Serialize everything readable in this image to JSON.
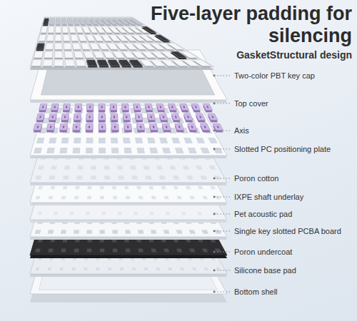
{
  "diagram": {
    "title": "Five-layer padding for silencing",
    "labels": [
      "GasketStructural design",
      "Two-color PBT key cap",
      "Top cover",
      "Axis",
      "Slotted PC positioning plate",
      "Poron cotton",
      "IXPE shaft underlay",
      "Pet acoustic pad",
      "Single key slotted PCBA board",
      "Poron undercoat",
      "Silicone base pad",
      "Bottom shell"
    ]
  }
}
